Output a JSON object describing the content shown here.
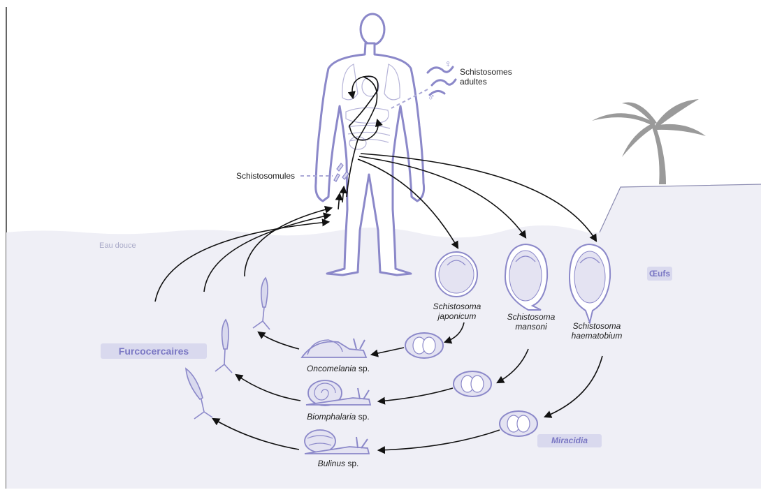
{
  "labels": {
    "adults_line1": "Schistosomes",
    "adults_line2": "adultes",
    "schistosomules": "Schistosomules",
    "fresh_water": "Eau douce",
    "eggs": "Œufs",
    "furcocercaires": "Furcocercaires",
    "miracidia": "Miracidia"
  },
  "species": {
    "japonicum_genus": "Schistosoma",
    "japonicum_epithet": "japonicum",
    "mansoni_genus": "Schistosoma",
    "mansoni_epithet": "mansoni",
    "haematobium_genus": "Schistosoma",
    "haematobium_epithet": "haematobium"
  },
  "snails": {
    "oncomelania_genus": "Oncomelania",
    "oncomelania_suffix": " sp.",
    "biomphalaria_genus": "Biomphalaria",
    "biomphalaria_suffix": " sp.",
    "bulinus_genus": "Bulinus",
    "bulinus_suffix": " sp."
  },
  "icons": {
    "female_symbol": "♀",
    "male_symbol": "♂"
  },
  "colors": {
    "accent": "#7b78c4",
    "water": "#efeff6",
    "label_fill": "#d9d9ee",
    "outline": "#8b88c9"
  }
}
